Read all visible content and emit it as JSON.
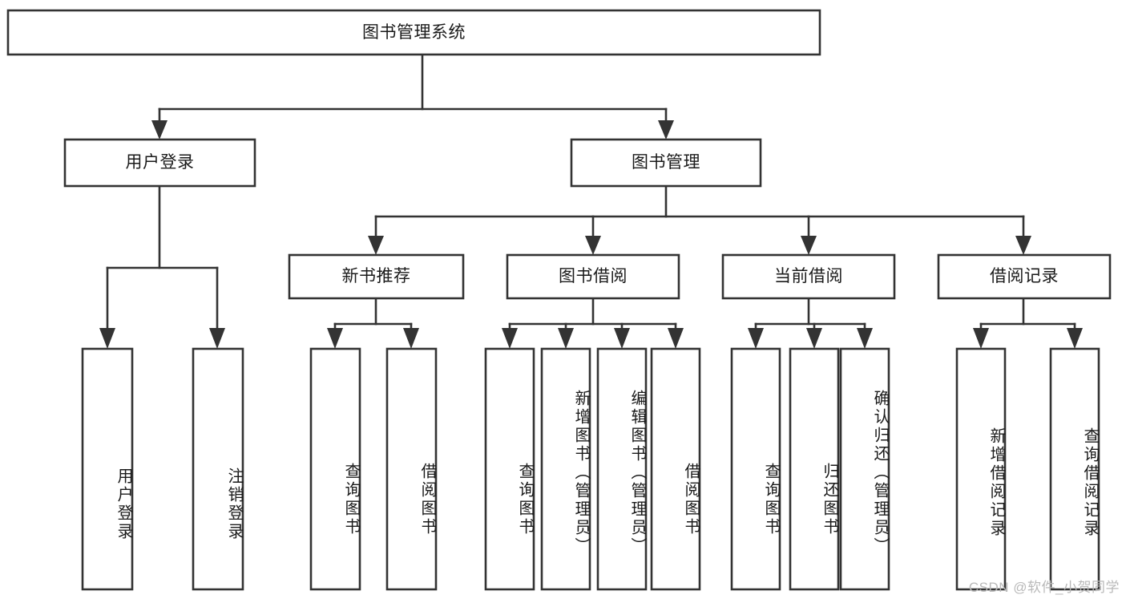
{
  "diagram": {
    "type": "tree-hierarchy",
    "title": "图书管理系统",
    "orientation": "top-down",
    "watermark": "CSDN @软件_小贺同学",
    "nodes": {
      "root": {
        "label": "图书管理系统",
        "level": 0,
        "text_orientation": "horizontal"
      },
      "l1": [
        {
          "id": "user-login",
          "label": "用户登录",
          "level": 1,
          "text_orientation": "horizontal"
        },
        {
          "id": "book-manage",
          "label": "图书管理",
          "level": 1,
          "text_orientation": "horizontal"
        }
      ],
      "l2": [
        {
          "id": "new-book-recommend",
          "label": "新书推荐",
          "level": 2,
          "text_orientation": "horizontal",
          "parent": "book-manage"
        },
        {
          "id": "book-borrow",
          "label": "图书借阅",
          "level": 2,
          "text_orientation": "horizontal",
          "parent": "book-manage"
        },
        {
          "id": "current-borrow",
          "label": "当前借阅",
          "level": 2,
          "text_orientation": "horizontal",
          "parent": "book-manage"
        },
        {
          "id": "borrow-record",
          "label": "借阅记录",
          "level": 2,
          "text_orientation": "horizontal",
          "parent": "book-manage"
        }
      ],
      "leaves": [
        {
          "id": "leaf-user-login",
          "label": "用户登录",
          "parent": "user-login",
          "text_orientation": "vertical"
        },
        {
          "id": "leaf-user-logout",
          "label": "注销登录",
          "parent": "user-login",
          "text_orientation": "vertical"
        },
        {
          "id": "leaf-query-book-1",
          "label": "查询图书",
          "parent": "new-book-recommend",
          "text_orientation": "vertical"
        },
        {
          "id": "leaf-borrow-book-1",
          "label": "借阅图书",
          "parent": "new-book-recommend",
          "text_orientation": "vertical"
        },
        {
          "id": "leaf-query-book-2",
          "label": "查询图书",
          "parent": "book-borrow",
          "text_orientation": "vertical"
        },
        {
          "id": "leaf-add-book",
          "label": "新增图书（管理员）",
          "parent": "book-borrow",
          "text_orientation": "vertical"
        },
        {
          "id": "leaf-edit-book",
          "label": "编辑图书（管理员）",
          "parent": "book-borrow",
          "text_orientation": "vertical"
        },
        {
          "id": "leaf-borrow-book-2",
          "label": "借阅图书",
          "parent": "book-borrow",
          "text_orientation": "vertical"
        },
        {
          "id": "leaf-query-book-3",
          "label": "查询图书",
          "parent": "current-borrow",
          "text_orientation": "vertical"
        },
        {
          "id": "leaf-return-book",
          "label": "归还图书",
          "parent": "current-borrow",
          "text_orientation": "vertical"
        },
        {
          "id": "leaf-confirm-return",
          "label": "确认归还（管理员）",
          "parent": "current-borrow",
          "text_orientation": "vertical"
        },
        {
          "id": "leaf-add-record",
          "label": "新增借阅记录",
          "parent": "borrow-record",
          "text_orientation": "vertical"
        },
        {
          "id": "leaf-query-record",
          "label": "查询借阅记录",
          "parent": "borrow-record",
          "text_orientation": "vertical"
        }
      ]
    },
    "colors": {
      "background": "#ffffff",
      "box_fill": "#ffffff",
      "box_stroke": "#333333",
      "text": "#1a1a1a",
      "watermark": "#b9b9b9"
    }
  }
}
